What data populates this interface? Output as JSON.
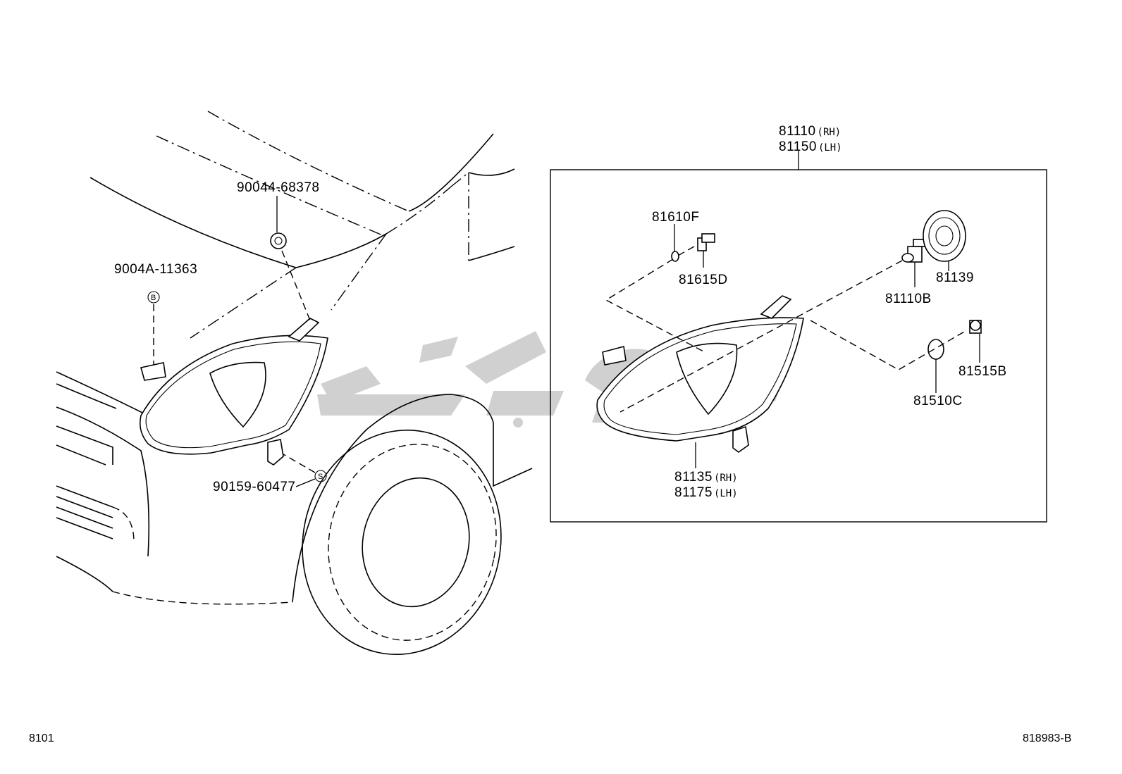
{
  "part_labels": {
    "bolt_top": "90044-68378",
    "clip_b": "9004A-11363",
    "screw_s": "90159-60477",
    "assy_rh": "81110",
    "assy_rh_side": "(RH)",
    "assy_lh": "81150",
    "assy_lh_side": "(LH)",
    "bulb_small": "81610F",
    "socket_small": "81615D",
    "bulb_main": "81110B",
    "cover": "81139",
    "bulb_turn": "81510C",
    "socket_turn": "81515B",
    "bracket_rh": "81135",
    "bracket_rh_side": "(RH)",
    "bracket_lh": "81175",
    "bracket_lh_side": "(LH)"
  },
  "callouts": {
    "b": "B",
    "s": "S"
  },
  "footer": {
    "left_code": "8101",
    "right_code": "818983-B"
  },
  "colors": {
    "line": "#000000",
    "watermark": "#c8c8c8"
  }
}
